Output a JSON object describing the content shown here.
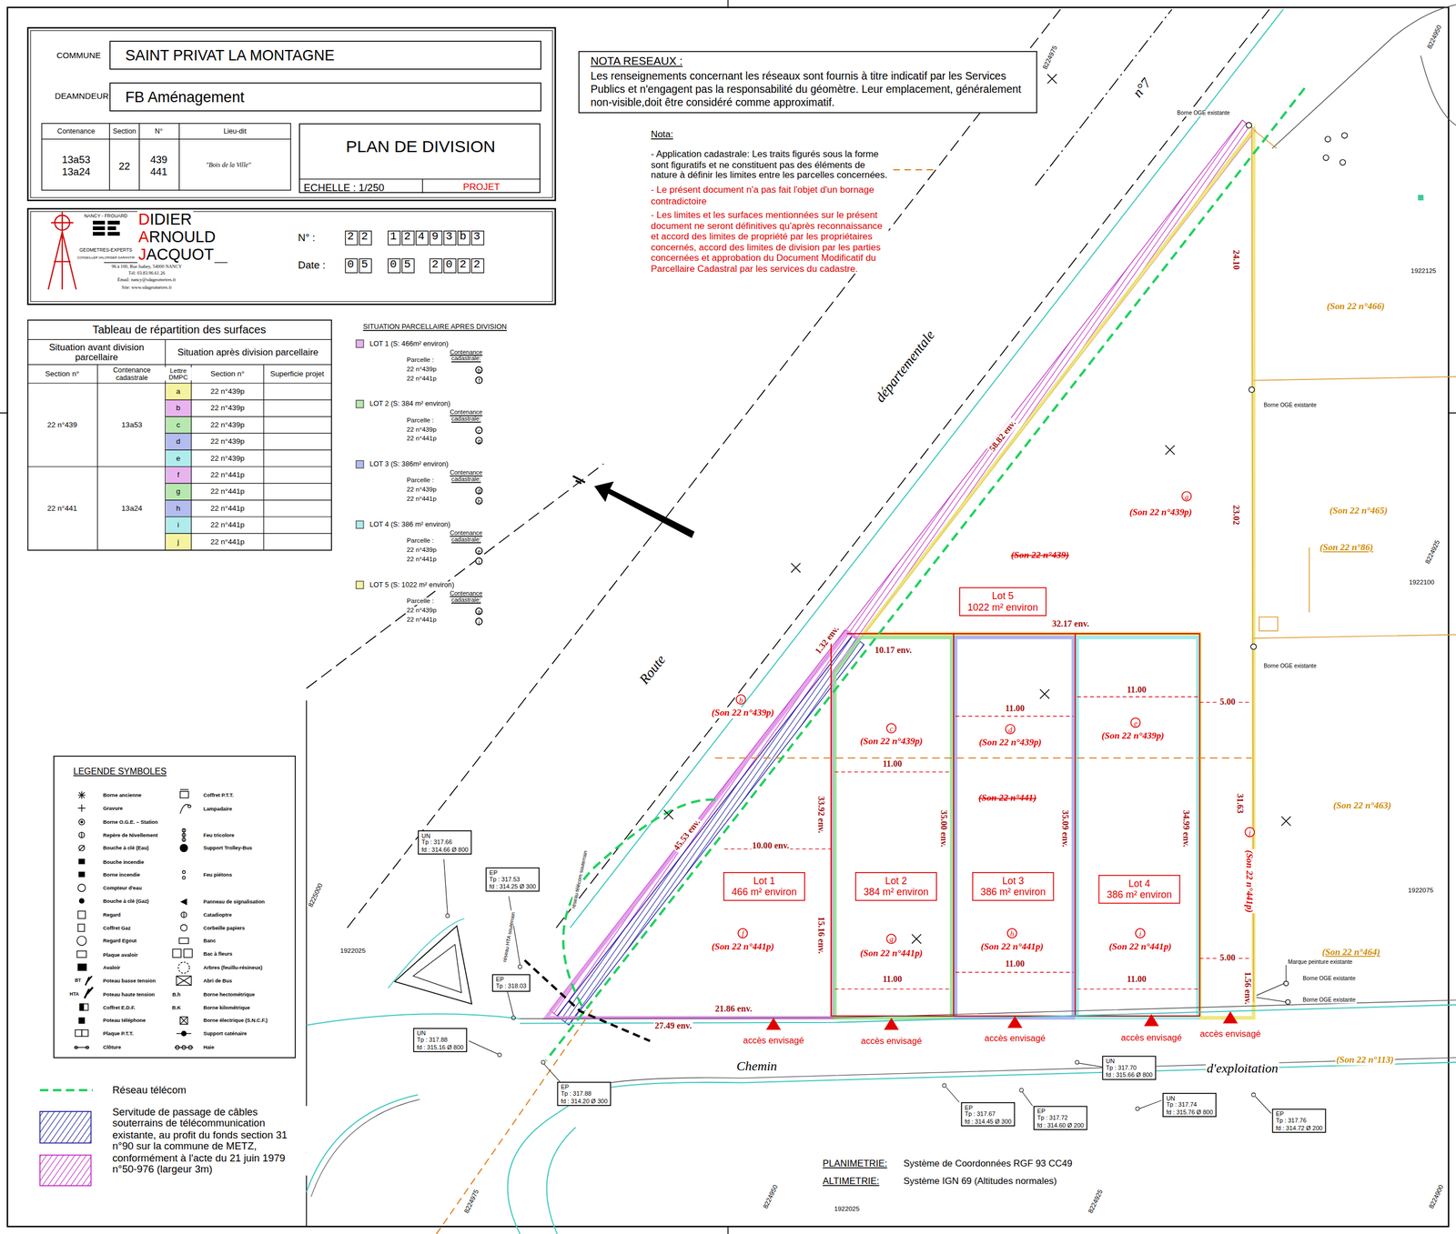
{
  "diagram": {
    "nodes": [
      {
        "text": [
          "SAINT PRIVAT LA MONTAGNE"
        ]
      },
      {
        "text": [
          "FB Aménagement"
        ]
      },
      {
        "text": [
          "PLAN DE DIVISION",
          "ECHELLE  : 1/250",
          "PROJET"
        ]
      },
      {
        "text": [
          "NOTA RESEAUX :",
          "Les renseignements concernant les réseaux sont fournis à titre indicatif par les Services Publics et n'engagent pas la responsabilité du géomètre. Leur emplacement, généralement non-visible,doit être considéré comme approximatif."
        ]
      },
      {
        "text": [
          "Lot 1",
          "466 m² environ"
        ]
      },
      {
        "text": [
          "Lot 2",
          "384 m² environ"
        ]
      },
      {
        "text": [
          "Lot 3",
          "386 m² environ"
        ]
      },
      {
        "text": [
          "Lot 4",
          "386 m² environ"
        ]
      },
      {
        "text": [
          "Lot 5",
          "1022 m² environ"
        ]
      },
      {
        "text": [
          "UN",
          "Tp : 317.66",
          "fd : 314.66 Ø 800"
        ]
      },
      {
        "text": [
          "EP",
          "Tp : 317.53",
          "fd : 314.25 Ø 300"
        ]
      },
      {
        "text": [
          "EP",
          "Tp : 318.03"
        ]
      },
      {
        "text": [
          "UN",
          "Tp : 317.88",
          "fd : 315.16 Ø 800"
        ]
      },
      {
        "text": [
          "EP",
          "Tp : 317.88",
          "fd : 314.20 Ø 300"
        ]
      },
      {
        "text": [
          "UN",
          "Tp : 317.70",
          "fd : 315.66 Ø 800"
        ]
      },
      {
        "text": [
          "EP",
          "Tp : 317.67",
          "fd : 314.45 Ø 300"
        ]
      },
      {
        "text": [
          "EP",
          "Tp : 317.72",
          "fd : 314.60 Ø 200"
        ]
      },
      {
        "text": [
          "UN",
          "Tp : 317.74",
          "fd : 315.76 Ø 800"
        ]
      },
      {
        "text": [
          "EP",
          "Tp : 317.76",
          "fd : 314.72 Ø 200"
        ]
      }
    ],
    "labels": [
      "COMMUNE",
      "DEAMNDEUR",
      "Contenance",
      "Section",
      "N°",
      "Lieu-dit",
      "13a53",
      "13a24",
      "22",
      "439",
      "441",
      "\"Bois de la Ville\"",
      "NANCY - FROUARD",
      "GEOMETRES-EXPERTS",
      "CONSEILLER VALORISER GARANTIR",
      "DIDIER",
      "ARNOULD",
      "JACQUOT",
      "96 à 100, Rue Isabey, 54000 NANCY",
      "Tél: 03.83.96.61.26",
      "Email: nancy@sdageometres.fr",
      "Site: www.sdageometres.fr",
      "N° :",
      "22",
      "12493b3",
      "Date :",
      "05",
      "05",
      "2022",
      "Nota:",
      "- Application cadastrale: Les traits figurés sous la forme sont figuratifs et ne constituent pas des éléments de nature à définir les limites entre les parcelles concernées.",
      "- Le présent document n'a pas fait l'objet d'un bornage contradictoire",
      "- Les limites et les surfaces mentionnées sur le présent document ne seront définitives qu'après reconnaissance et accord des limites de propriété par les propriétaires concernés, accord des limites de division par les parties concernées et approbation du Document Modificatif du Parcellaire Cadastral par les services du cadastre.",
      "Tableau de répartition des surfaces",
      "Situation avant division parcellaire",
      "Situation après division parcellaire",
      "Section n°",
      "Contenance cadastrale",
      "Lettre DMPC",
      "Section n°",
      "Superficie projet",
      "22 n°439",
      "13a53",
      "a",
      "22 n°439p",
      "b",
      "22 n°439p",
      "c",
      "22 n°439p",
      "d",
      "22 n°439p",
      "e",
      "22 n°439p",
      "22 n°441",
      "13a24",
      "f",
      "22 n°441p",
      "g",
      "22 n°441p",
      "h",
      "22 n°441p",
      "i",
      "22 n°441p",
      "j",
      "22 n°441p",
      "SITUATION PARCELLAIRE APRES DIVISION",
      "Parcelle :",
      "Contenance cadastrale:",
      "22 n°439p",
      "22 n°441p",
      "b",
      "f",
      "Parcelle :",
      "Contenance cadastrale:",
      "22 n°439p",
      "22 n°441p",
      "c",
      "g",
      "Parcelle :",
      "Contenance cadastrale:",
      "22 n°439p",
      "22 n°441p",
      "d",
      "h",
      "Parcelle :",
      "Contenance cadastrale:",
      "22 n°439p",
      "22 n°441p",
      "e",
      "i",
      "Parcelle :",
      "Contenance cadastrale:",
      "22 n°439p",
      "22 n°441p",
      "a",
      "j",
      "LEGENDE SYMBOLES",
      "BT",
      "HTA",
      "B.h",
      "B.K",
      "Route",
      "départementale",
      "n°7",
      "Chemin",
      "d'exploitation",
      "58.82 env.",
      "24.10",
      "23.02",
      "31.63",
      "1.56 env.",
      "32.17 env.",
      "1.32 env.",
      "10.17 env.",
      "11.00",
      "5.00",
      "11.00",
      "11.00",
      "33.92 env.",
      "35.00 env.",
      "35.09 env.",
      "34.99 env.",
      "45.53 env.",
      "10.00 env.",
      "15.16 env.",
      "5.00",
      "11.00",
      "11.00",
      "11.00",
      "21.86 env.",
      "27.49 env.",
      "a",
      "(Son 22 n°439p)",
      "(Son 22 n°439)",
      "b",
      "(Son 22 n°439p)",
      "c",
      "(Son 22 n°439p)",
      "d",
      "(Son 22 n°439p)",
      "e",
      "(Son 22 n°439p)",
      "(Son 22 n°441)",
      "f",
      "(Son 22 n°441p)",
      "g",
      "(Son 22 n°441p)",
      "h",
      "(Son 22 n°441p)",
      "i",
      "(Son 22 n°441p)",
      "j",
      "(Son 22 n°441p)",
      "(Son 22 n°466)",
      "(Son 22 n°465)",
      "(Son 22 n°86)",
      "(Son 22 n°463)",
      "(Son 22 n°464)",
      "(Son 22 n°113)",
      "accès envisagé",
      "accès envisagé",
      "accès envisagé",
      "accès envisagé",
      "accès envisagé",
      "Borne OGE existante",
      "Borne OGE existante",
      "Borne OGE existante",
      "Borne OGE existante",
      "Borne OGE existante",
      "Marque peinture existante",
      "réseau télécom souterrain",
      "réseau HTA souterrain",
      "8224975",
      "8224950",
      "1922125",
      "8224925",
      "1922100",
      "1922075",
      "8225000",
      "1922025",
      "8224975",
      "8224950",
      "1922025",
      "8224925",
      "8224900",
      "PLANIMETRIE:",
      "Système de Coordonnées RGF 93 CC49",
      "ALTIMETRIE:",
      "Système IGN 69 (Altitudes normales)"
    ],
    "legend": [
      {
        "text": "LOT 1 (S: 466m² environ)",
        "color": "#e8b4ee"
      },
      {
        "text": "LOT 2 (S: 384 m² environ)",
        "color": "#b8e8b0"
      },
      {
        "text": "LOT 3 (S: 386m² environ)",
        "color": "#b4bcf0"
      },
      {
        "text": "LOT 4 (S: 386 m² environ)",
        "color": "#b0ecec"
      },
      {
        "text": "LOT 5 (S: 1022 m² environ)",
        "color": "#f6f3a0"
      },
      {
        "text": "Réseau télécom"
      },
      {
        "text": "Servitude de passage de câbles souterrains de télécommunication existante, au profit du fonds section 31 n°90 sur la commune de METZ,"
      },
      {
        "text": "conformément à l'acte du 21 juin 1979 n°50-976 (largeur 3m)"
      },
      {
        "text": "Borne ancienne"
      },
      {
        "text": "Gravure"
      },
      {
        "text": "Borne O.G.E. – Station"
      },
      {
        "text": "Repère de Nivellement"
      },
      {
        "text": "Bouche à clé (Eau)"
      },
      {
        "text": "Bouche incendie"
      },
      {
        "text": "Borne incendie"
      },
      {
        "text": "Compteur d'eau"
      },
      {
        "text": "Bouche à clé (Gaz)"
      },
      {
        "text": "Regard"
      },
      {
        "text": "Coffret Gaz"
      },
      {
        "text": "Regard Egout"
      },
      {
        "text": "Plaque avaloir"
      },
      {
        "text": "Avaloir"
      },
      {
        "text": "Poteau basse tension"
      },
      {
        "text": "Poteau haute tension"
      },
      {
        "text": "Coffret E.D.F."
      },
      {
        "text": "Poteau téléphone"
      },
      {
        "text": "Plaque P.T.T."
      },
      {
        "text": "Clôture"
      },
      {
        "text": "Coffret P.T.T."
      },
      {
        "text": "Lampadaire"
      },
      {
        "text": "Feu tricolore"
      },
      {
        "text": "Support Trolley-Bus"
      },
      {
        "text": "Feu piétons"
      },
      {
        "text": "Panneau de signalisation"
      },
      {
        "text": "Catadioptre"
      },
      {
        "text": "Corbeille papiers"
      },
      {
        "text": "Banc"
      },
      {
        "text": "Bac à fleurs"
      },
      {
        "text": "Arbres (feuillu-résineux)"
      },
      {
        "text": "Abri de Bus"
      },
      {
        "text": "Borne hectométrique"
      },
      {
        "text": "Borne kilométrique"
      },
      {
        "text": "Borne électrique (S.N.C.F.)"
      },
      {
        "text": "Support caténaire"
      },
      {
        "text": "Haie"
      }
    ]
  }
}
